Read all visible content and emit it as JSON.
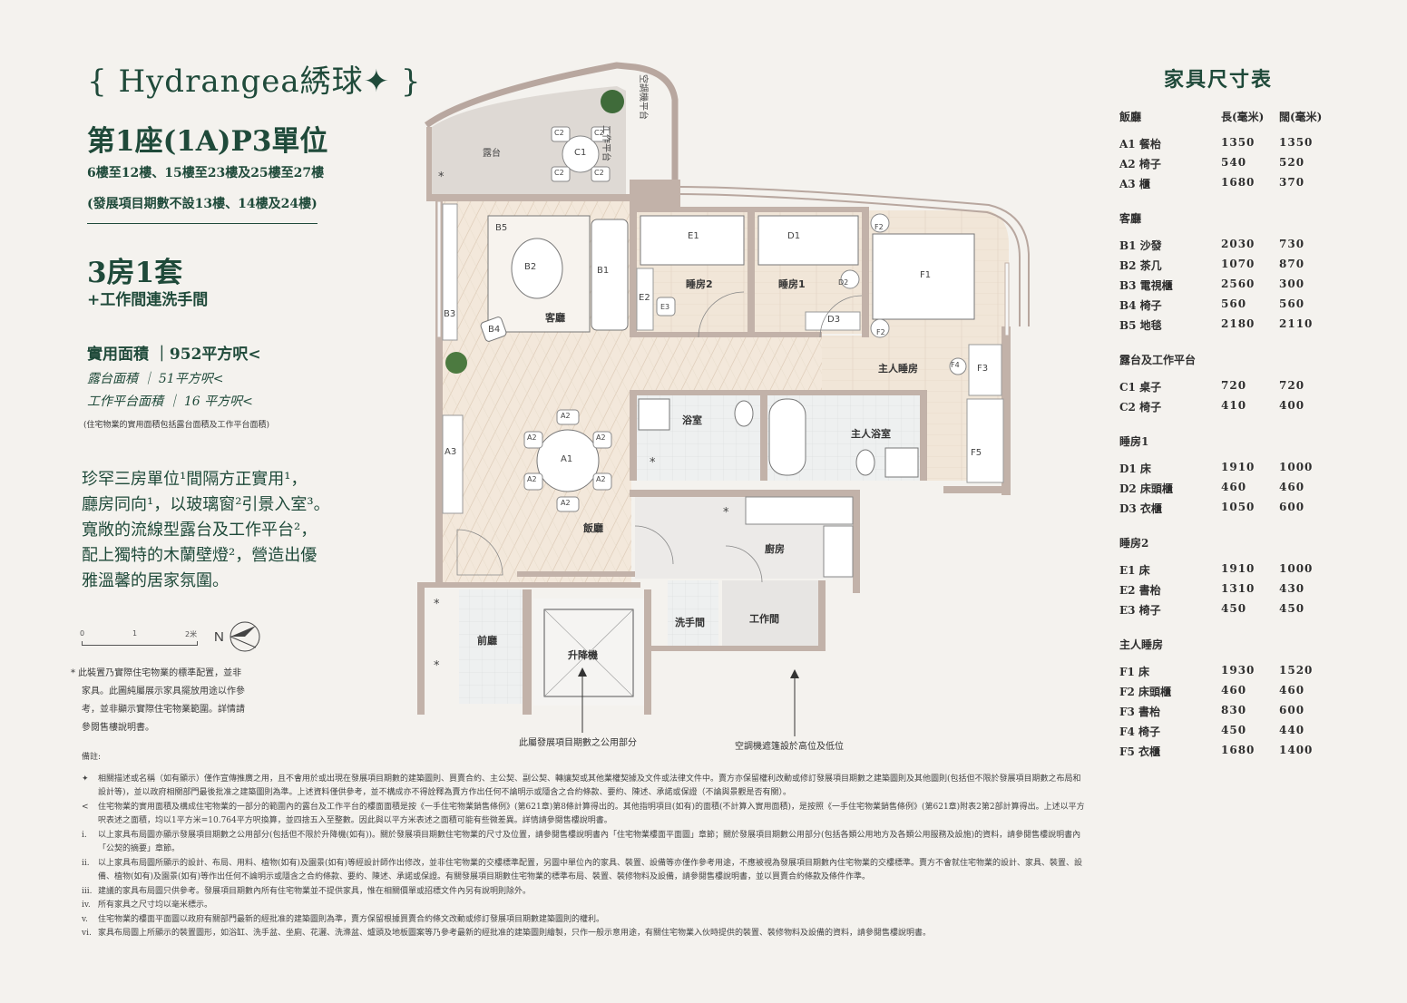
{
  "header": {
    "brand": "{ Hydrangea綉球✦ }",
    "unit_title": "第1座(1A)P3單位",
    "floors": "6樓至12樓、15樓至23樓及25樓至27樓",
    "floors_note": "(發展項目期數不設13樓、14樓及24樓)",
    "rooms_title": "3房1套",
    "rooms_sub": "+工作間連洗手間"
  },
  "areas": {
    "saleable": "實用面積 ｜952平方呎<",
    "balcony": "露台面積 ｜ 51平方呎<",
    "utility": "工作平台面積 ｜ 16 平方呎<",
    "note": "(住宅物業的實用面積包括露台面積及工作平台面積)"
  },
  "description": [
    "珍罕三房單位¹間隔方正實用¹，",
    "廳房同向¹，以玻璃窗²引景入室³。",
    "寬敞的流線型露台及工作平台²，",
    "配上獨特的木蘭壁燈²，營造出優",
    "雅溫馨的居家氛圍。"
  ],
  "scale": {
    "labels": [
      "0",
      "1",
      "2米"
    ],
    "north": "N"
  },
  "disclaimer": [
    "* 此裝置乃實際住宅物業的標準配置，並非",
    "家具。此圖純屬展示家具擺放用途以作參",
    "考，並非顯示實際住宅物業範圍。詳情請",
    "參閱售樓說明書。"
  ],
  "plan": {
    "rooms": {
      "balcony": "露台",
      "living": "客廳",
      "dining": "飯廳",
      "bedroom2": "睡房2",
      "bedroom1": "睡房1",
      "master": "主人睡房",
      "bathroom": "浴室",
      "master_bath": "主人浴室",
      "kitchen": "廚房",
      "toilet": "洗手間",
      "utility": "工作間",
      "foyer": "前廳",
      "lift": "升降機",
      "utility_platform": "工作平台",
      "ac_platform": "空調機平台"
    },
    "furniture": [
      "C1",
      "C2",
      "C2",
      "C2",
      "C2",
      "B5",
      "B2",
      "B1",
      "B3",
      "B4",
      "A1",
      "A2",
      "A2",
      "A2",
      "A2",
      "A2",
      "A2",
      "A3",
      "E1",
      "E2",
      "E3",
      "D1",
      "D2",
      "D3",
      "F1",
      "F2",
      "F2",
      "F3",
      "F4",
      "F5"
    ],
    "star": "*",
    "callouts": {
      "common": "此屬發展項目期數之公用部分",
      "ac": "空調機遮篷設於高位及低位"
    }
  },
  "furniture_table": {
    "title": "家具尺寸表",
    "col_length": "長(毫米)",
    "col_width": "闊(毫米)",
    "sections": [
      {
        "name": "飯廳",
        "rows": [
          [
            "A1 餐枱",
            "1350",
            "1350"
          ],
          [
            "A2 椅子",
            "540",
            "520"
          ],
          [
            "A3 櫃",
            "1680",
            "370"
          ]
        ]
      },
      {
        "name": "客廳",
        "rows": [
          [
            "B1 沙發",
            "2030",
            "730"
          ],
          [
            "B2 茶几",
            "1070",
            "870"
          ],
          [
            "B3 電視櫃",
            "2560",
            "300"
          ],
          [
            "B4 椅子",
            "560",
            "560"
          ],
          [
            "B5 地毯",
            "2180",
            "2110"
          ]
        ]
      },
      {
        "name": "露台及工作平台",
        "rows": [
          [
            "C1 桌子",
            "720",
            "720"
          ],
          [
            "C2 椅子",
            "410",
            "400"
          ]
        ]
      },
      {
        "name": "睡房1",
        "rows": [
          [
            "D1 床",
            "1910",
            "1000"
          ],
          [
            "D2 床頭櫃",
            "460",
            "460"
          ],
          [
            "D3 衣櫃",
            "1050",
            "600"
          ]
        ]
      },
      {
        "name": "睡房2",
        "rows": [
          [
            "E1 床",
            "1910",
            "1000"
          ],
          [
            "E2 書枱",
            "1310",
            "430"
          ],
          [
            "E3 椅子",
            "450",
            "450"
          ]
        ]
      },
      {
        "name": "主人睡房",
        "rows": [
          [
            "F1 床",
            "1930",
            "1520"
          ],
          [
            "F2 床頭櫃",
            "460",
            "460"
          ],
          [
            "F3 書枱",
            "830",
            "600"
          ],
          [
            "F4 椅子",
            "450",
            "440"
          ],
          [
            "F5 衣櫃",
            "1680",
            "1400"
          ]
        ]
      }
    ]
  },
  "notes": {
    "heading": "備註:",
    "items": [
      {
        "mark": "✦",
        "text": "相關描述或名稱（如有顯示）僅作宣傳推廣之用，且不會用於或出現在發展項目期數的建築圖則、買賣合約、主公契、副公契、轉讓契或其他業權契據及文件或法律文件中。賣方亦保留權利改動或修訂發展項目期數之建築圖則及其他圖則(包括但不限於發展項目期數之布局和設計等)，並以政府相關部門最後批准之建築圖則為準。上述資料僅供參考，並不構成亦不得詮釋為賣方作出任何不論明示或隱含之合約條款、要約、陳述、承諾或保證（不論與景觀是否有關）。"
      },
      {
        "mark": "<",
        "text": "住宅物業的實用面積及構成住宅物業的一部分的範圍內的露台及工作平台的樓面面積是按《一手住宅物業銷售條例》(第621章)第8條計算得出的。其他指明項目(如有)的面積(不計算入實用面積)，是按照《一手住宅物業銷售條例》(第621章)附表2第2部計算得出。上述以平方呎表述之面積，均以1平方米=10.764平方呎換算，並四捨五入至整數。因此與以平方米表述之面積可能有些微差異。詳情請參閱售樓說明書。"
      },
      {
        "mark": "i.",
        "text": "以上家具布局圖亦顯示發展項目期數之公用部分(包括但不限於升降機(如有))。關於發展項目期數住宅物業的尺寸及位置，請參閱售樓說明書內「住宅物業樓面平面圖」章節；關於發展項目期數公用部分(包括各類公用地方及各類公用服務及設施)的資料，請參閱售樓說明書內「公契的摘要」章節。"
      },
      {
        "mark": "ii.",
        "text": "以上家具布局圖所顯示的設計、布局、用料、植物(如有)及園景(如有)等經設計師作出修改，並非住宅物業的交樓標準配置，另圖中單位內的家具、裝置、設備等亦僅作參考用途，不應被視為發展項目期數內住宅物業的交樓標準。賣方不會就住宅物業的設計、家具、裝置、設備、植物(如有)及園景(如有)等作出任何不論明示或隱含之合約條款、要約、陳述、承諾或保證。有關發展項目期數住宅物業的標準布局、裝置、裝修物料及設備，請參閱售樓說明書，並以買賣合約條款及條件作準。"
      },
      {
        "mark": "iii.",
        "text": "建議的家具布局圖只供參考。發展項目期數內所有住宅物業並不提供家具，惟在相關價單或招標文件內另有說明則除外。"
      },
      {
        "mark": "iv.",
        "text": "所有家具之尺寸均以毫米標示。"
      },
      {
        "mark": "v.",
        "text": "住宅物業的樓面平面圖以政府有關部門最新的經批准的建築圖則為準，賣方保留根據買賣合約條文改動或修訂發展項目期數建築圖則的權利。"
      },
      {
        "mark": "vi.",
        "text": "家具布局圖上所顯示的裝置圖形，如浴缸、洗手盆、坐廁、花灑、洗滌盆、爐頭及地板圖案等乃參考最新的經批准的建築圖則繪製，只作一般示意用途，有關住宅物業入伙時提供的裝置、裝修物料及設備的資料，請參閱售樓說明書。"
      }
    ]
  },
  "colors": {
    "accent": "#1f4a3a",
    "wall": "#b8a79f",
    "floor": "#f1e7da",
    "background": "#f4f2ee"
  }
}
